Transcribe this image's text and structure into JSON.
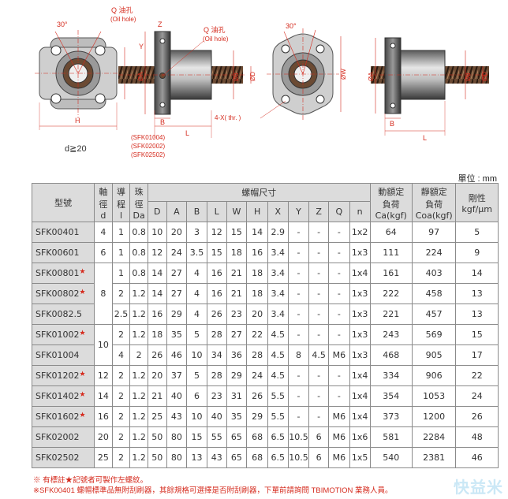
{
  "drawing_labels": {
    "angle": "30°",
    "q_oil_hole": "Q 油孔",
    "oil_hole_en": "(Oil hole)",
    "dim_z": "Z",
    "dim_y": "Y",
    "dim_x": "X",
    "dim_h": "H",
    "dim_b": "B",
    "dim_l": "L",
    "dim_w": "ØW",
    "dim_a": "ØA",
    "dim_d": "Ød",
    "dim_D": "ØD",
    "thread_note": "4-X( thr. )",
    "models_note": [
      "(SFK01004)",
      "(SFK02002)",
      "(SFK02502)"
    ],
    "d_note": "d≧20"
  },
  "unit": "單位 : mm",
  "table": {
    "headers": {
      "model": "型號",
      "shaft_dia": [
        "軸",
        "徑",
        "d"
      ],
      "lead": [
        "導",
        "程",
        "l"
      ],
      "ball_dia": [
        "珠",
        "徑",
        "Da"
      ],
      "nut_dims": "螺帽尺寸",
      "dyn_load": [
        "動額定",
        "負荷",
        "Ca(kgf)"
      ],
      "static_load": [
        "靜額定",
        "負荷",
        "Coa(kgf)"
      ],
      "rigidity": [
        "剛性",
        "kgf/μm"
      ],
      "sub": [
        "D",
        "A",
        "B",
        "L",
        "W",
        "H",
        "X",
        "Y",
        "Z",
        "Q",
        "n"
      ]
    },
    "rows": [
      {
        "model": "SFK00401",
        "star": "",
        "d": "4",
        "l": "1",
        "Da": "0.8",
        "D": "10",
        "A": "20",
        "B": "3",
        "L": "12",
        "W": "15",
        "H": "14",
        "X": "2.9",
        "Y": "-",
        "Z": "-",
        "Q": "-",
        "n": "1x2",
        "Ca": "64",
        "Coa": "97",
        "K": "5"
      },
      {
        "model": "SFK00601",
        "star": "",
        "d": "6",
        "l": "1",
        "Da": "0.8",
        "D": "12",
        "A": "24",
        "B": "3.5",
        "L": "15",
        "W": "18",
        "H": "16",
        "X": "3.4",
        "Y": "-",
        "Z": "-",
        "Q": "-",
        "n": "1x3",
        "Ca": "111",
        "Coa": "224",
        "K": "9"
      },
      {
        "model": "SFK00801",
        "star": "★",
        "d": "8",
        "l": "1",
        "Da": "0.8",
        "D": "14",
        "A": "27",
        "B": "4",
        "L": "16",
        "W": "21",
        "H": "18",
        "X": "3.4",
        "Y": "-",
        "Z": "-",
        "Q": "-",
        "n": "1x4",
        "Ca": "161",
        "Coa": "403",
        "K": "14"
      },
      {
        "model": "SFK00802",
        "star": "★",
        "d": "",
        "l": "2",
        "Da": "1.2",
        "D": "14",
        "A": "27",
        "B": "4",
        "L": "16",
        "W": "21",
        "H": "18",
        "X": "3.4",
        "Y": "-",
        "Z": "-",
        "Q": "-",
        "n": "1x3",
        "Ca": "222",
        "Coa": "458",
        "K": "13"
      },
      {
        "model": "SFK0082.5",
        "star": "",
        "d": "",
        "l": "2.5",
        "Da": "1.2",
        "D": "16",
        "A": "29",
        "B": "4",
        "L": "26",
        "W": "23",
        "H": "20",
        "X": "3.4",
        "Y": "-",
        "Z": "-",
        "Q": "-",
        "n": "1x3",
        "Ca": "221",
        "Coa": "457",
        "K": "13"
      },
      {
        "model": "SFK01002",
        "star": "★",
        "d": "10",
        "l": "2",
        "Da": "1.2",
        "D": "18",
        "A": "35",
        "B": "5",
        "L": "28",
        "W": "27",
        "H": "22",
        "X": "4.5",
        "Y": "-",
        "Z": "-",
        "Q": "-",
        "n": "1x3",
        "Ca": "243",
        "Coa": "569",
        "K": "15"
      },
      {
        "model": "SFK01004",
        "star": "",
        "d": "",
        "l": "4",
        "Da": "2",
        "D": "26",
        "A": "46",
        "B": "10",
        "L": "34",
        "W": "36",
        "H": "28",
        "X": "4.5",
        "Y": "8",
        "Z": "4.5",
        "Q": "M6",
        "n": "1x3",
        "Ca": "468",
        "Coa": "905",
        "K": "17"
      },
      {
        "model": "SFK01202",
        "star": "★",
        "d": "12",
        "l": "2",
        "Da": "1.2",
        "D": "20",
        "A": "37",
        "B": "5",
        "L": "28",
        "W": "29",
        "H": "24",
        "X": "4.5",
        "Y": "-",
        "Z": "-",
        "Q": "-",
        "n": "1x4",
        "Ca": "334",
        "Coa": "906",
        "K": "22"
      },
      {
        "model": "SFK01402",
        "star": "★",
        "d": "14",
        "l": "2",
        "Da": "1.2",
        "D": "21",
        "A": "40",
        "B": "6",
        "L": "23",
        "W": "31",
        "H": "26",
        "X": "5.5",
        "Y": "-",
        "Z": "-",
        "Q": "-",
        "n": "1x4",
        "Ca": "354",
        "Coa": "1053",
        "K": "24"
      },
      {
        "model": "SFK01602",
        "star": "★",
        "d": "16",
        "l": "2",
        "Da": "1.2",
        "D": "25",
        "A": "43",
        "B": "10",
        "L": "40",
        "W": "35",
        "H": "29",
        "X": "5.5",
        "Y": "-",
        "Z": "-",
        "Q": "M6",
        "n": "1x4",
        "Ca": "373",
        "Coa": "1200",
        "K": "26"
      },
      {
        "model": "SFK02002",
        "star": "",
        "d": "20",
        "l": "2",
        "Da": "1.2",
        "D": "50",
        "A": "80",
        "B": "15",
        "L": "55",
        "W": "65",
        "H": "68",
        "X": "6.5",
        "Y": "10.5",
        "Z": "6",
        "Q": "M6",
        "n": "1x6",
        "Ca": "581",
        "Coa": "2284",
        "K": "48"
      },
      {
        "model": "SFK02502",
        "star": "",
        "d": "25",
        "l": "2",
        "Da": "1.2",
        "D": "50",
        "A": "80",
        "B": "13",
        "L": "43",
        "W": "65",
        "H": "68",
        "X": "6.5",
        "Y": "10.5",
        "Z": "6",
        "Q": "M6",
        "n": "1x5",
        "Ca": "540",
        "Coa": "2381",
        "K": "46"
      }
    ]
  },
  "footnotes": [
    "※ 有標註★記號者可製作左螺紋。",
    "※SFK00401 螺帽標準品無附刮刷器，其餘規格可選擇是否附刮刷器，下單前請詢問 TBIMOTION 業務人員。"
  ],
  "watermark": "快益米",
  "colors": {
    "red": "#d52b1e",
    "header_bg": "#dcdcdc",
    "border": "#8a8a8a"
  }
}
